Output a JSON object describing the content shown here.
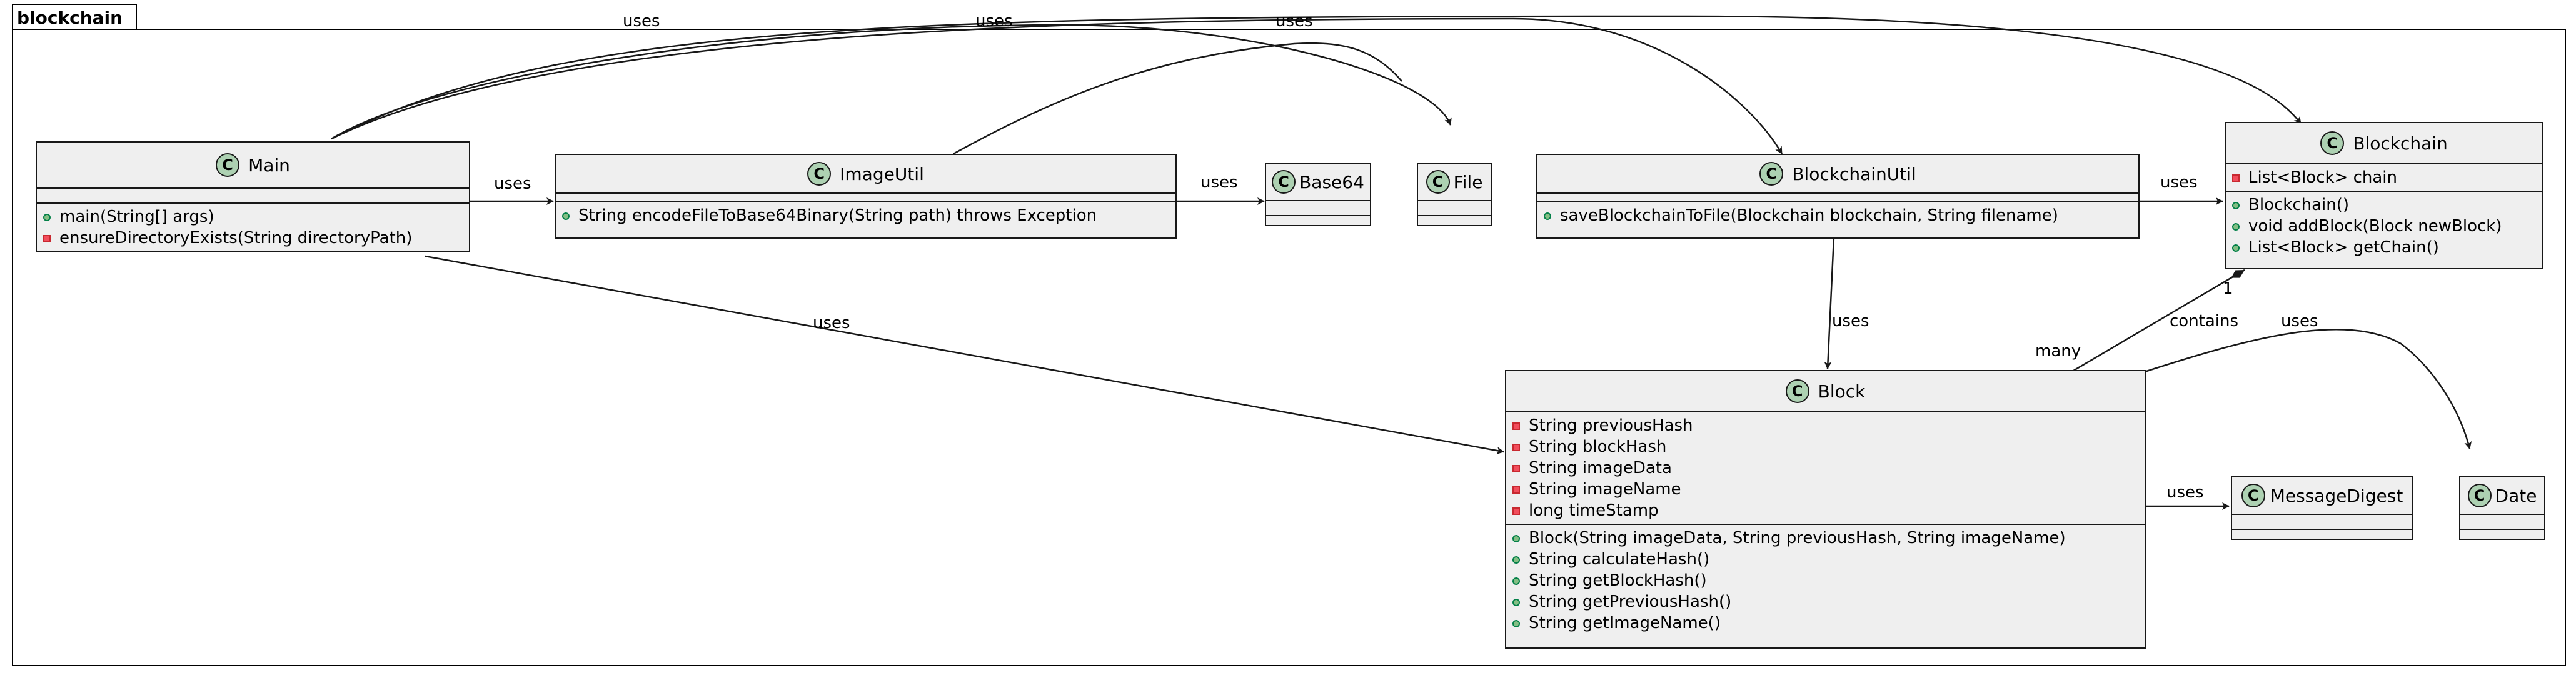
{
  "package": {
    "name": "blockchain"
  },
  "classes": {
    "main": {
      "name": "Main",
      "stereotype": "C",
      "methods": [
        {
          "vis": "public",
          "text": "main(String[] args)"
        },
        {
          "vis": "private",
          "text": "ensureDirectoryExists(String directoryPath)"
        }
      ]
    },
    "imageutil": {
      "name": "ImageUtil",
      "stereotype": "C",
      "methods": [
        {
          "vis": "public",
          "text": "String encodeFileToBase64Binary(String path) throws Exception"
        }
      ]
    },
    "base64": {
      "name": "Base64",
      "stereotype": "C"
    },
    "file": {
      "name": "File",
      "stereotype": "C"
    },
    "blockchainutil": {
      "name": "BlockchainUtil",
      "stereotype": "C",
      "methods": [
        {
          "vis": "public",
          "text": "saveBlockchainToFile(Blockchain blockchain, String filename)"
        }
      ]
    },
    "blockchain": {
      "name": "Blockchain",
      "stereotype": "C",
      "fields": [
        {
          "vis": "private",
          "text": "List<Block> chain"
        }
      ],
      "methods": [
        {
          "vis": "public",
          "text": "Blockchain()"
        },
        {
          "vis": "public",
          "text": "void addBlock(Block newBlock)"
        },
        {
          "vis": "public",
          "text": "List<Block> getChain()"
        }
      ]
    },
    "block": {
      "name": "Block",
      "stereotype": "C",
      "fields": [
        {
          "vis": "private",
          "text": "String previousHash"
        },
        {
          "vis": "private",
          "text": "String blockHash"
        },
        {
          "vis": "private",
          "text": "String imageData"
        },
        {
          "vis": "private",
          "text": "String imageName"
        },
        {
          "vis": "private",
          "text": "long timeStamp"
        }
      ],
      "methods": [
        {
          "vis": "public",
          "text": "Block(String imageData, String previousHash, String imageName)"
        },
        {
          "vis": "public",
          "text": "String calculateHash()"
        },
        {
          "vis": "public",
          "text": "String getBlockHash()"
        },
        {
          "vis": "public",
          "text": "String getPreviousHash()"
        },
        {
          "vis": "public",
          "text": "String getImageName()"
        }
      ]
    },
    "messagedigest": {
      "name": "MessageDigest",
      "stereotype": "C"
    },
    "date": {
      "name": "Date",
      "stereotype": "C"
    }
  },
  "relations": [
    {
      "id": "main-imageutil",
      "label": "uses"
    },
    {
      "id": "main-file",
      "label": "uses"
    },
    {
      "id": "main-blockchainutil",
      "label": "uses"
    },
    {
      "id": "main-blockchain",
      "label": "uses"
    },
    {
      "id": "main-block",
      "label": "uses"
    },
    {
      "id": "imageutil-base64",
      "label": "uses"
    },
    {
      "id": "imageutil-file",
      "label": "uses"
    },
    {
      "id": "blockchainutil-blockchain",
      "label": "uses"
    },
    {
      "id": "blockchainutil-block",
      "label": "uses"
    },
    {
      "id": "blockchain-block",
      "label": "contains",
      "mult_whole": "1",
      "mult_part": "many"
    },
    {
      "id": "block-messagedigest",
      "label": "uses"
    },
    {
      "id": "block-date",
      "label": "uses"
    }
  ]
}
